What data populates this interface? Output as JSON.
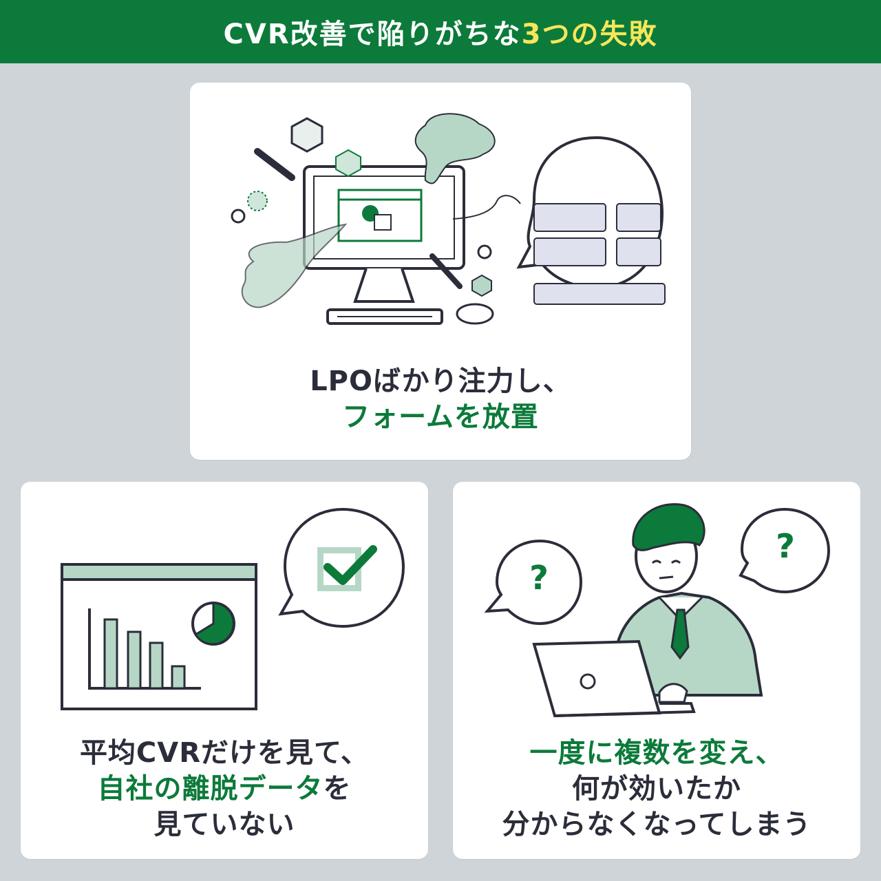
{
  "header": {
    "title_part1": "CVR改善で陥りがちな",
    "title_part2": "3つの失敗",
    "bg_color": "#0c7a3a",
    "highlight_color": "#f7e65a"
  },
  "cards": [
    {
      "illustration": "computer-monitor-with-form-speech-bubble",
      "line1": "LPOばかり注力し、",
      "line2": "フォームを放置"
    },
    {
      "illustration": "dashboard-chart-with-checkmark-bubble",
      "line1": "平均CVRだけを見て、",
      "line2_green": "自社の離脱データ",
      "line2_dark": "を",
      "line3": "見ていない"
    },
    {
      "illustration": "confused-businessman-with-laptop",
      "line1": "一度に複数を変え、",
      "line2": "何が効いたか",
      "line3": "分からなくなってしまう",
      "question_mark": "?"
    }
  ],
  "colors": {
    "accent_green": "#0c7a3a",
    "light_green": "#b7d7c6",
    "ink": "#2b2d3a",
    "background": "#cfd4d8"
  }
}
